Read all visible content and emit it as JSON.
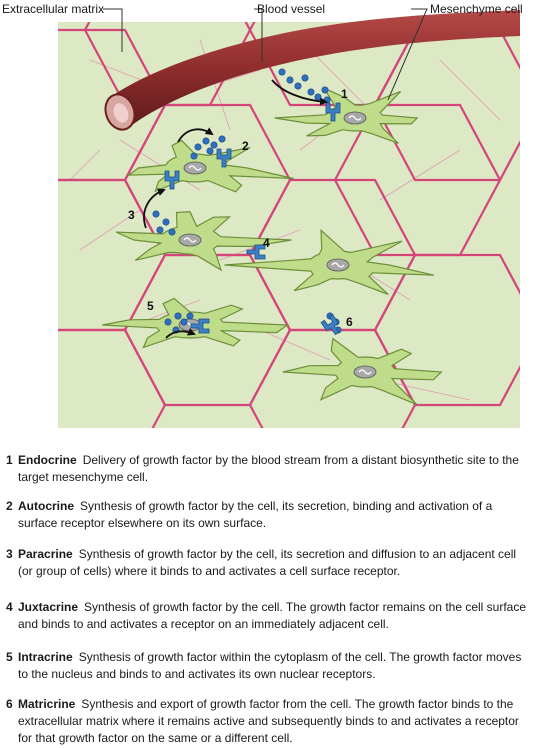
{
  "labels": {
    "extracellular_matrix": "Extracellular matrix",
    "blood_vessel": "Blood vessel",
    "mesenchyme_cell": "Mesenchyme cell"
  },
  "markers": [
    "1",
    "2",
    "3",
    "4",
    "5",
    "6"
  ],
  "colors": {
    "background": "#dde9c5",
    "matrix_line": "#d4457a",
    "vessel": "#8e2d2d",
    "cell_fill": "#bfdc8a",
    "cell_stroke": "#6c8f3a",
    "nucleus": "#a8a8a8",
    "receptor": "#3b7fc4",
    "growth_factor": "#2f6fbf"
  },
  "legend": [
    {
      "num": "1",
      "term": "Endocrine",
      "text": "Delivery of growth factor by the blood stream from a distant biosynthetic site to the target mesenchyme cell."
    },
    {
      "num": "2",
      "term": "Autocrine",
      "text": "Synthesis of growth factor by the cell, its secretion, binding and activation of a surface receptor elsewhere on its own surface."
    },
    {
      "num": "3",
      "term": "Paracrine",
      "text": "Synthesis of growth factor by the cell, its secretion and diffusion to an adjacent cell (or group of cells) where it binds to and activates a cell surface receptor."
    },
    {
      "num": "4",
      "term": "Juxtacrine",
      "text": "Synthesis of growth factor by the cell. The growth factor remains on the cell surface and binds to and activates a receptor on an immediately adjacent cell."
    },
    {
      "num": "5",
      "term": "Intracrine",
      "text": "Synthesis of growth factor within the cytoplasm of the cell. The growth factor moves to the nucleus and binds to and activates its own nuclear receptors."
    },
    {
      "num": "6",
      "term": "Matricrine",
      "text": "Synthesis and export of growth factor from the cell. The growth factor binds to the extracellular matrix where it remains active and subsequently binds to and activates a receptor for that growth factor on the same or a different cell."
    }
  ]
}
